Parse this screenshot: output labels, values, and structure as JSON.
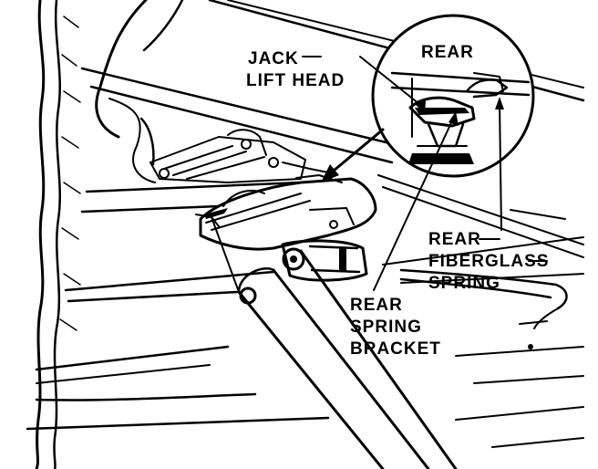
{
  "figure": {
    "inset_title": "REAR",
    "callouts": {
      "jack_lift_head": [
        "JACK",
        "LIFT HEAD"
      ],
      "rear_fiberglass_spring": [
        "REAR",
        "FIBERGLASS",
        "SPRING"
      ],
      "rear_spring_bracket": [
        "REAR",
        "SPRING",
        "BRACKET"
      ]
    }
  },
  "colors": {
    "ink": "#000000",
    "paper": "#ffffff"
  }
}
